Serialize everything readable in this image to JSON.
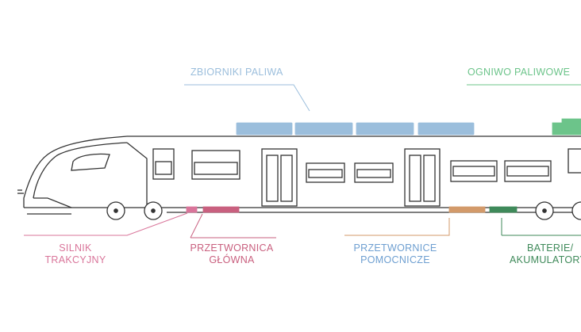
{
  "labels": {
    "fuel_tanks": "ZBIORNIKI PALIWA",
    "fuel_cell": "OGNIWO PALIWOWE",
    "traction_motor": [
      "SILNIK",
      "TRAKCYJNY"
    ],
    "main_converter": [
      "PRZETWORNICA",
      "GŁÓWNA"
    ],
    "aux_converters": [
      "PRZETWORNICE",
      "POMOCNICZE"
    ],
    "batteries": [
      "BATERIE/",
      "AKUMULATORY"
    ]
  },
  "colors": {
    "fuel_tanks": "#9bbedc",
    "fuel_cell": "#6cc48a",
    "traction_motor": "#d9759a",
    "main_converter": "#c9607f",
    "aux_converters": "#d39a6a",
    "batteries": "#3f8a5a",
    "outline": "#333333"
  }
}
